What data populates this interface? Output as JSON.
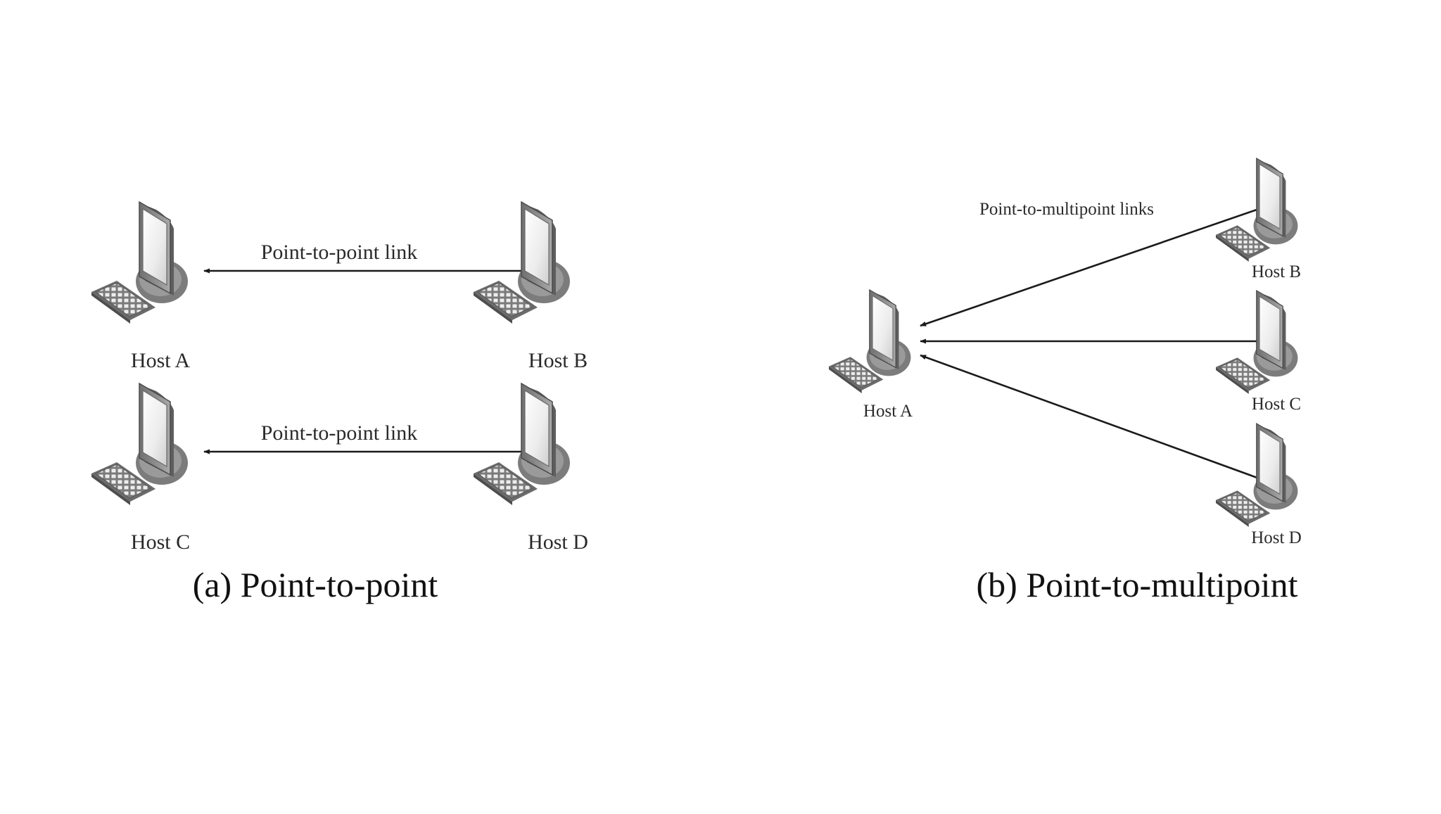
{
  "panel_a": {
    "caption": "(a) Point-to-point",
    "links": [
      "Point-to-point link",
      "Point-to-point link"
    ],
    "hosts": [
      "Host A",
      "Host B",
      "Host C",
      "Host D"
    ]
  },
  "panel_b": {
    "caption": "(b) Point-to-multipoint",
    "link_label": "Point-to-multipoint links",
    "hosts": [
      "Host A",
      "Host B",
      "Host C",
      "Host D"
    ]
  },
  "icons": {
    "host": "desktop-computer-icon"
  },
  "colors": {
    "line": "#1a1a1a",
    "monitor": "#8a8a8a",
    "screen": "#f4f4f4"
  }
}
